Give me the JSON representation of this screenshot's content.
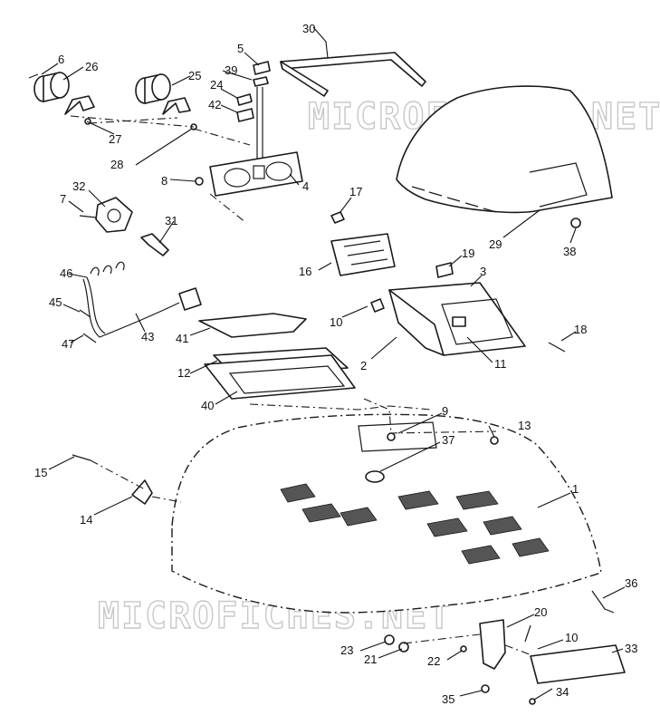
{
  "watermark": "MICROFICHES.NET",
  "callouts": [
    {
      "id": "c1",
      "label": "1"
    },
    {
      "id": "c2",
      "label": "2"
    },
    {
      "id": "c3",
      "label": "3"
    },
    {
      "id": "c4",
      "label": "4"
    },
    {
      "id": "c5",
      "label": "5"
    },
    {
      "id": "c6",
      "label": "6"
    },
    {
      "id": "c7",
      "label": "7"
    },
    {
      "id": "c8",
      "label": "8"
    },
    {
      "id": "c9",
      "label": "9"
    },
    {
      "id": "c10a",
      "label": "10"
    },
    {
      "id": "c10b",
      "label": "10"
    },
    {
      "id": "c11",
      "label": "11"
    },
    {
      "id": "c12",
      "label": "12"
    },
    {
      "id": "c13",
      "label": "13"
    },
    {
      "id": "c14",
      "label": "14"
    },
    {
      "id": "c15",
      "label": "15"
    },
    {
      "id": "c16",
      "label": "16"
    },
    {
      "id": "c17",
      "label": "17"
    },
    {
      "id": "c18",
      "label": "18"
    },
    {
      "id": "c19",
      "label": "19"
    },
    {
      "id": "c20",
      "label": "20"
    },
    {
      "id": "c21",
      "label": "21"
    },
    {
      "id": "c22",
      "label": "22"
    },
    {
      "id": "c23",
      "label": "23"
    },
    {
      "id": "c24",
      "label": "24"
    },
    {
      "id": "c25",
      "label": "25"
    },
    {
      "id": "c26",
      "label": "26"
    },
    {
      "id": "c27",
      "label": "27"
    },
    {
      "id": "c28",
      "label": "28"
    },
    {
      "id": "c29",
      "label": "29"
    },
    {
      "id": "c30",
      "label": "30"
    },
    {
      "id": "c31",
      "label": "31"
    },
    {
      "id": "c32",
      "label": "32"
    },
    {
      "id": "c33",
      "label": "33"
    },
    {
      "id": "c34",
      "label": "34"
    },
    {
      "id": "c35",
      "label": "35"
    },
    {
      "id": "c36",
      "label": "36"
    },
    {
      "id": "c37",
      "label": "37"
    },
    {
      "id": "c38",
      "label": "38"
    },
    {
      "id": "c39",
      "label": "39"
    },
    {
      "id": "c40",
      "label": "40"
    },
    {
      "id": "c41",
      "label": "41"
    },
    {
      "id": "c42",
      "label": "42"
    },
    {
      "id": "c43",
      "label": "43"
    },
    {
      "id": "c45",
      "label": "45"
    },
    {
      "id": "c46",
      "label": "46"
    },
    {
      "id": "c47",
      "label": "47"
    }
  ]
}
